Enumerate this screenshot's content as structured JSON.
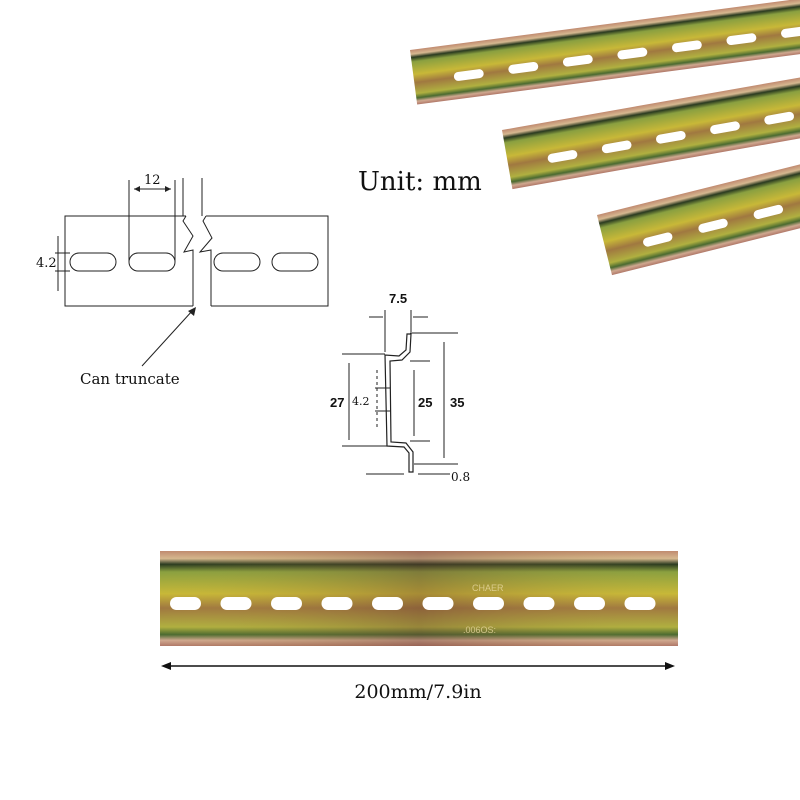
{
  "unit_label": "Unit: mm",
  "top_view": {
    "slot_pitch": "12",
    "slot_height": "4.2",
    "truncate_note": "Can truncate"
  },
  "profile": {
    "flange_depth": "7.5",
    "inner_width": "27",
    "slot_height": "4.2",
    "inner_height": "25",
    "total_height": "35",
    "thickness": "0.8"
  },
  "rail_photo": {
    "stamp_top": "CHAER",
    "stamp_bottom": ".006OS:",
    "length_label": "200mm/7.9in",
    "slot_count": 10
  },
  "colors": {
    "rail_yellow": "#b8b030",
    "rail_copper": "#b87858",
    "rail_green": "#7a9a40",
    "line": "#222222"
  }
}
